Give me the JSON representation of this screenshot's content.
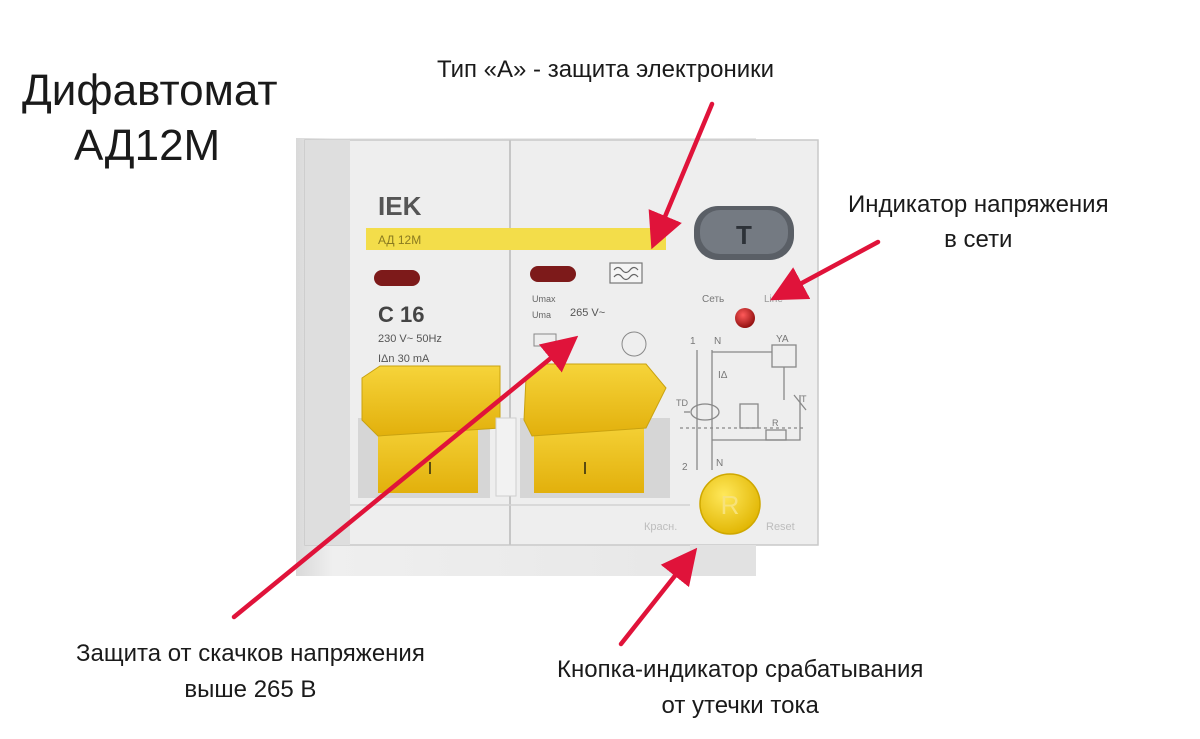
{
  "title": {
    "line1": "Дифавтомат",
    "line2": "АД12М"
  },
  "device": {
    "brand": "IEK",
    "model": "АД 12М",
    "rating": "С 16",
    "voltage_spec": "230 V~  50Hz",
    "current_spec": "IΔn 30 mA",
    "max_voltage": "265 V~",
    "u_label_1": "Umax",
    "u_label_2": "Uma",
    "test_button": "T",
    "reset_button": "R",
    "led_labels": {
      "left": "Сеть",
      "right": "Line"
    },
    "footer_labels": {
      "left": "Красн.",
      "right": "Reset"
    },
    "diagram_labels": {
      "top_left": "1",
      "top_mid": "N",
      "ya": "YA",
      "idelta": "IΔ",
      "td": "TD",
      "t": "T",
      "r": "R",
      "bottom_left": "2",
      "bottom_mid": "N"
    },
    "body_color": "#ececec",
    "toggle_color": "#f2c51d",
    "label_strip_color": "#f3dd4a",
    "led_color": "#b31414"
  },
  "annotations": {
    "type_a": "Тип «А» - защита электроники",
    "indicator": {
      "line1": "Индикатор напряжения",
      "line2": "в сети"
    },
    "surge": {
      "line1": "Защита от скачков напряжения",
      "line2": "выше 265 В"
    },
    "button": {
      "line1": "Кнопка-индикатор срабатывания",
      "line2": "от утечки тока"
    }
  },
  "arrow_color": "#e0133a"
}
